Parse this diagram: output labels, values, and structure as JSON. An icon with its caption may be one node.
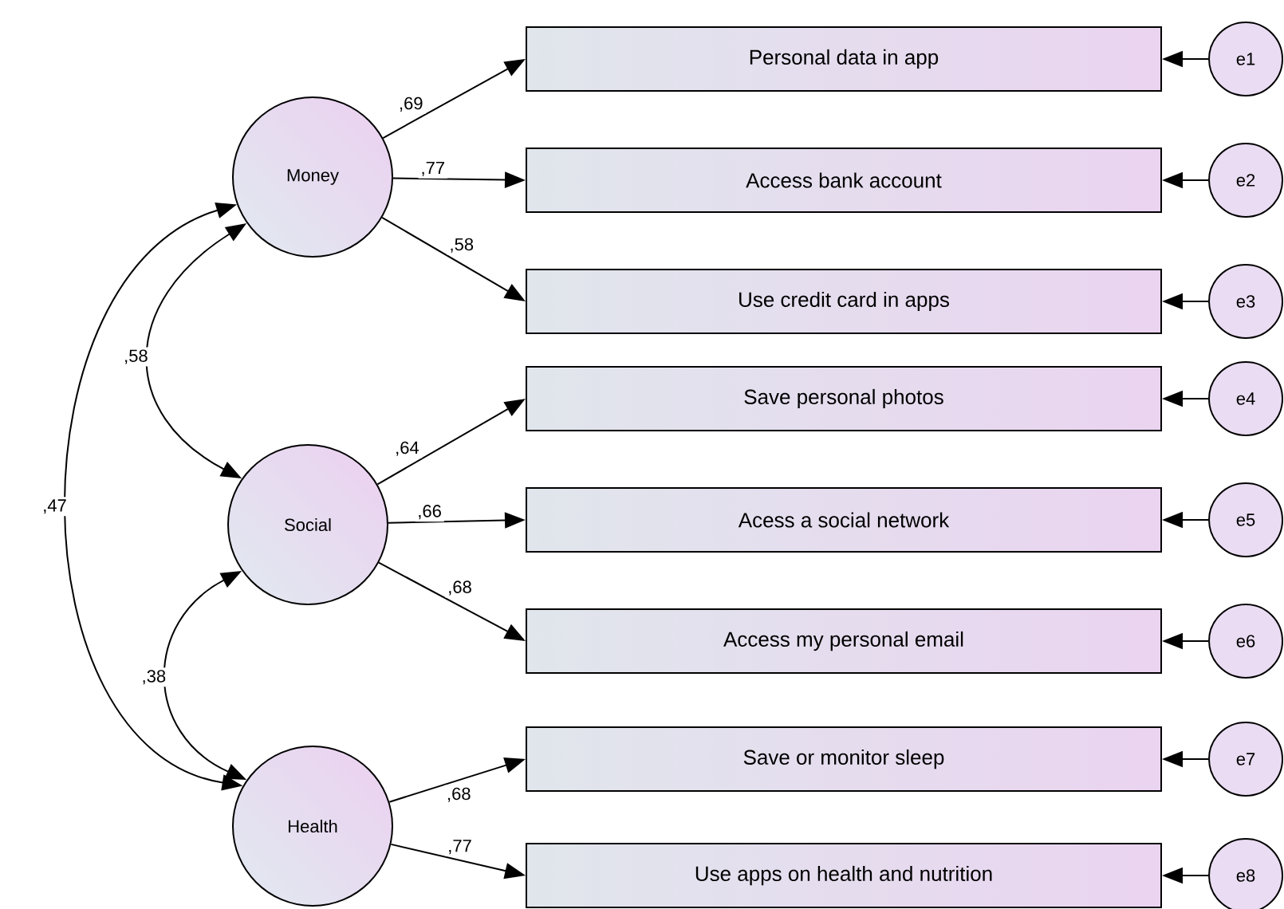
{
  "diagram": {
    "nodes": [
      {
        "text": [
          "Money"
        ]
      },
      {
        "text": [
          "Social"
        ]
      },
      {
        "text": [
          "Health"
        ]
      },
      {
        "text": [
          "Personal data in app"
        ]
      },
      {
        "text": [
          "Access bank account"
        ]
      },
      {
        "text": [
          "Use credit card in apps"
        ]
      },
      {
        "text": [
          "Save personal photos"
        ]
      },
      {
        "text": [
          "Acess a social network"
        ]
      },
      {
        "text": [
          "Access my personal email"
        ]
      },
      {
        "text": [
          "Save or monitor sleep"
        ]
      },
      {
        "text": [
          "Use apps on health and nutrition"
        ]
      },
      {
        "text": [
          "e1"
        ]
      },
      {
        "text": [
          "e2"
        ]
      },
      {
        "text": [
          "e3"
        ]
      },
      {
        "text": [
          "e4"
        ]
      },
      {
        "text": [
          "e5"
        ]
      },
      {
        "text": [
          "e6"
        ]
      },
      {
        "text": [
          "e7"
        ]
      },
      {
        "text": [
          "e8"
        ]
      }
    ],
    "edges": [
      {
        "from": 0,
        "to": 3,
        "arrow": "to",
        "label": ",69"
      },
      {
        "from": 0,
        "to": 4,
        "arrow": "to",
        "label": ",77"
      },
      {
        "from": 0,
        "to": 5,
        "arrow": "to",
        "label": ",58"
      },
      {
        "from": 1,
        "to": 6,
        "arrow": "to",
        "label": ",64"
      },
      {
        "from": 1,
        "to": 7,
        "arrow": "to",
        "label": ",66"
      },
      {
        "from": 1,
        "to": 8,
        "arrow": "to",
        "label": ",68"
      },
      {
        "from": 2,
        "to": 9,
        "arrow": "to",
        "label": ",68"
      },
      {
        "from": 2,
        "to": 10,
        "arrow": "to",
        "label": ",77"
      },
      {
        "from": 0,
        "to": 1,
        "arrow": "both",
        "label": ",58"
      },
      {
        "from": 1,
        "to": 2,
        "arrow": "both",
        "label": ",38"
      },
      {
        "from": 0,
        "to": 2,
        "arrow": "both",
        "label": ",47"
      },
      {
        "from": 11,
        "to": 3,
        "arrow": "to"
      },
      {
        "from": 12,
        "to": 4,
        "arrow": "to"
      },
      {
        "from": 13,
        "to": 5,
        "arrow": "to"
      },
      {
        "from": 14,
        "to": 6,
        "arrow": "to"
      },
      {
        "from": 15,
        "to": 7,
        "arrow": "to"
      },
      {
        "from": 16,
        "to": 8,
        "arrow": "to"
      },
      {
        "from": 17,
        "to": 9,
        "arrow": "to"
      },
      {
        "from": 18,
        "to": 10,
        "arrow": "to"
      }
    ]
  }
}
